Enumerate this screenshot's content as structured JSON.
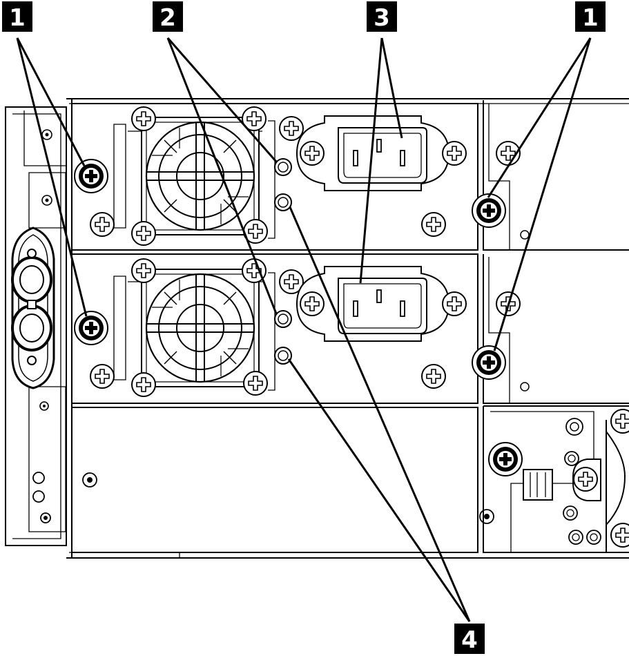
{
  "figure": {
    "callouts": [
      {
        "id": "callout-1-left",
        "label": "1"
      },
      {
        "id": "callout-2",
        "label": "2"
      },
      {
        "id": "callout-3",
        "label": "3"
      },
      {
        "id": "callout-1-right",
        "label": "1"
      },
      {
        "id": "callout-4",
        "label": "4"
      }
    ]
  }
}
